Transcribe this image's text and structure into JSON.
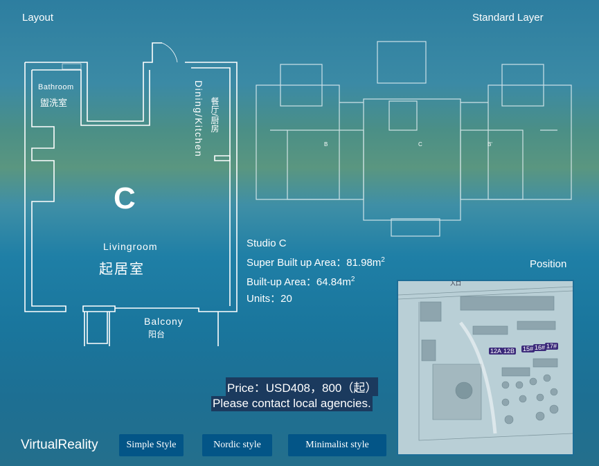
{
  "headers": {
    "layout": "Layout",
    "standard_layer": "Standard Layer",
    "position": "Position"
  },
  "floorplan": {
    "bathroom_en": "Bathroom",
    "bathroom_cn": "盥洗室",
    "dining_en": "Dining/Kitchen",
    "dining_cn": "餐厅/厨房",
    "unit_letter": "C",
    "living_en": "Livingroom",
    "living_cn": "起居室",
    "balcony_en": "Balcony",
    "balcony_cn": "阳台"
  },
  "standard_layer": {
    "labels": [
      "B",
      "C",
      "B'"
    ]
  },
  "info": {
    "title": "Studio C",
    "super_area_label": "Super Built up Area：81.98m",
    "super_area_sup": "2",
    "built_area_label": "Built-up Area：64.84m",
    "built_area_sup": "2",
    "units": "Units：20"
  },
  "price": {
    "line1": "Price：USD408，800（起）",
    "line2": "Please contact local agencies."
  },
  "footer": {
    "brand": "VirtualReality",
    "buttons": [
      "Simple Style",
      "Nordic style",
      "Minimalist style"
    ]
  },
  "site_plan": {
    "entrance": "入口",
    "tags": [
      "12A",
      "12B",
      "15#",
      "16#",
      "17#"
    ]
  },
  "colors": {
    "button_bg": "#035587",
    "price_bg": "#1b3a5e",
    "tag_bg": "#3b2a7a"
  }
}
